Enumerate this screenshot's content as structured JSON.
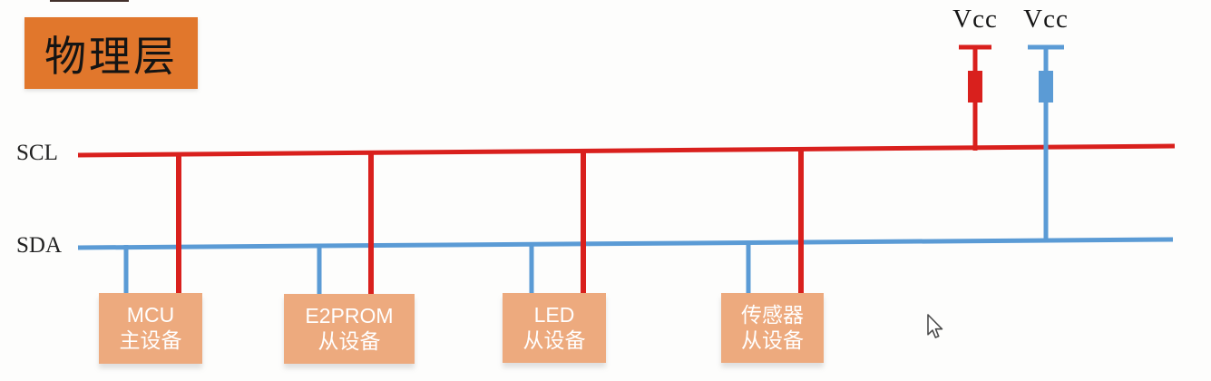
{
  "title": {
    "label": "物理层"
  },
  "bus": {
    "scl": {
      "label": "SCL",
      "color": "#d9201d"
    },
    "sda": {
      "label": "SDA",
      "color": "#5b9bd5"
    }
  },
  "pullups": [
    {
      "label": "Vcc",
      "bus": "SCL",
      "color": "#d9201d"
    },
    {
      "label": "Vcc",
      "bus": "SDA",
      "color": "#5b9bd5"
    }
  ],
  "devices": [
    {
      "name": "MCU",
      "role": "主设备"
    },
    {
      "name": "E2PROM",
      "role": "从设备"
    },
    {
      "name": "LED",
      "role": "从设备"
    },
    {
      "name": "传感器",
      "role": "从设备"
    }
  ],
  "colors": {
    "title_box": "#e1772c",
    "device_box": "#edaa7e",
    "device_text": "#ffffff",
    "label_text": "#222222"
  },
  "icons": {
    "cursor": "arrow-pointer-icon"
  }
}
